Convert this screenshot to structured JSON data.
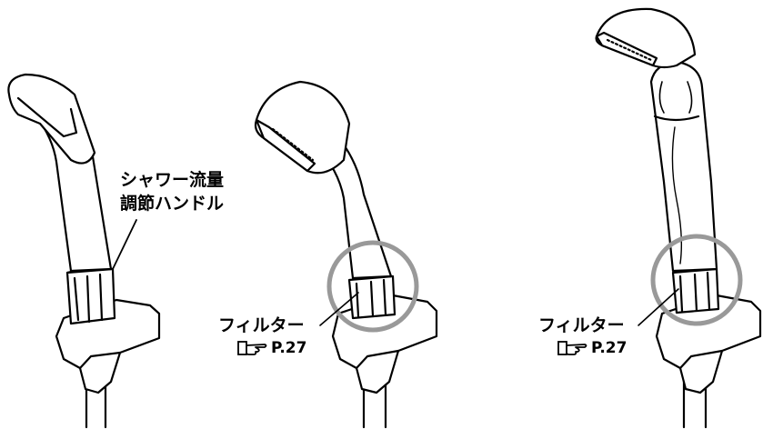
{
  "figure_1": {
    "label_line1": "シャワー流量",
    "label_line2": "調節ハンドル"
  },
  "figure_2": {
    "label": "フィルター",
    "ref_icon": "pointing-hand-reference-icon",
    "ref_text": "P.27"
  },
  "figure_3": {
    "label": "フィルター",
    "ref_icon": "pointing-hand-reference-icon",
    "ref_text": "P.27"
  },
  "colors": {
    "line": "#000000",
    "fill": "#ffffff",
    "highlight_circle": "#999999"
  }
}
